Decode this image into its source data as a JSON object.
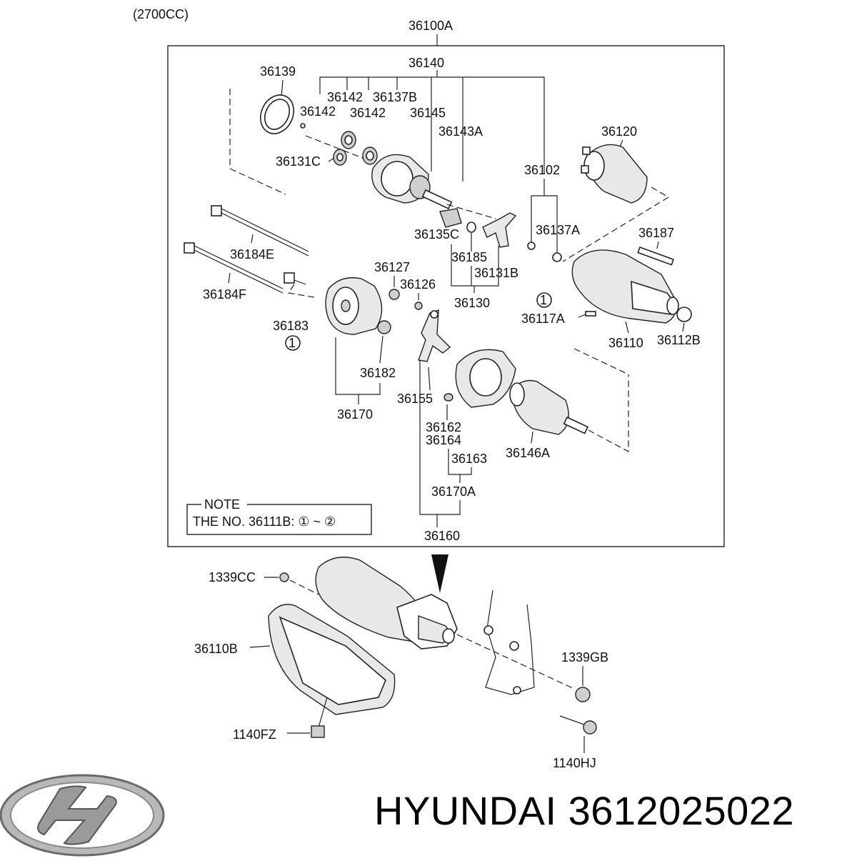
{
  "header": {
    "engine": "(2700CC)",
    "assembly": "36100A"
  },
  "labels": {
    "p36139": "36139",
    "p36140": "36140",
    "p36142a": "36142",
    "p36137B": "36137B",
    "p36142b": "36142",
    "p36142c": "36142",
    "p36145": "36145",
    "p36143A": "36143A",
    "p36131C": "36131C",
    "p36120": "36120",
    "p36102": "36102",
    "p36137A": "36137A",
    "p36187": "36187",
    "p36135C": "36135C",
    "p36185": "36185",
    "p36131B": "36131B",
    "p36184E": "36184E",
    "p36127": "36127",
    "p36126": "36126",
    "p36130": "36130",
    "p36184F": "36184F",
    "p36117A": "36117A",
    "p36110": "36110",
    "p36112B": "36112B",
    "p36183": "36183",
    "p36182": "36182",
    "p36155": "36155",
    "p36170": "36170",
    "p36162": "36162",
    "p36164": "36164",
    "p36163": "36163",
    "p36146A": "36146A",
    "p36170A": "36170A",
    "p36160": "36160",
    "p1339CC": "1339CC",
    "p36110B": "36110B",
    "p1339GB": "1339GB",
    "p1140FZ": "1140FZ",
    "p1140HJ": "1140HJ"
  },
  "markers": {
    "m1a": "1",
    "m1b": "1"
  },
  "note": {
    "title": "NOTE",
    "text": "THE NO. 36111B: ① ~ ②"
  },
  "brand": {
    "name": "HYUNDAI",
    "part_number": "3612025022",
    "text": "HYUNDAI 3612025022"
  }
}
